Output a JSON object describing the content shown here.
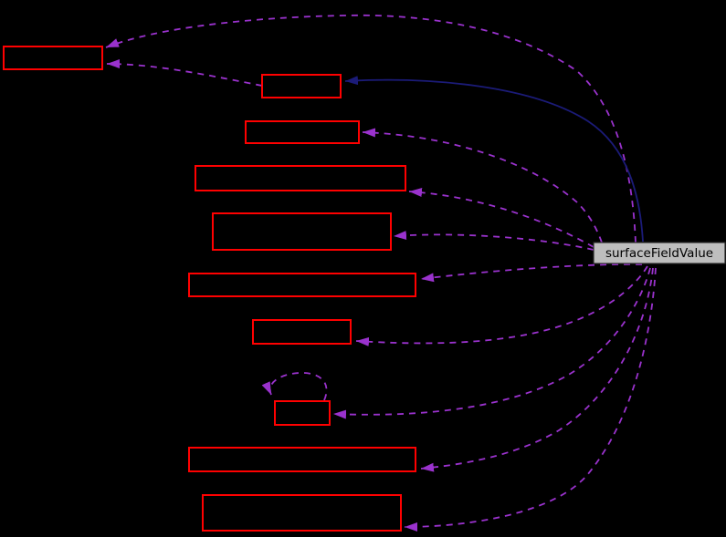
{
  "diagram": {
    "type": "collaboration-graph",
    "main_node": {
      "id": "surfaceFieldValue",
      "label": "surfaceFieldValue"
    },
    "colors": {
      "background": "#000000",
      "node_border": "#ff0000",
      "node_fill": "#000000",
      "main_node_fill": "#bebebe",
      "main_node_border": "#2a2a2a",
      "main_node_text": "#000000",
      "usage_edge": "#9a32cd",
      "inheritance_edge": "#1b1b78"
    },
    "nodes": [
      {
        "id": "box-1",
        "label": ""
      },
      {
        "id": "box-2",
        "label": ""
      },
      {
        "id": "box-3",
        "label": ""
      },
      {
        "id": "box-4",
        "label": ""
      },
      {
        "id": "box-5",
        "label": ""
      },
      {
        "id": "box-6",
        "label": ""
      },
      {
        "id": "box-7",
        "label": ""
      },
      {
        "id": "box-8",
        "label": ""
      },
      {
        "id": "box-9",
        "label": ""
      },
      {
        "id": "box-10",
        "label": ""
      }
    ],
    "edges": [
      {
        "from": "surfaceFieldValue",
        "to": "box-1",
        "style": "dashed",
        "relation": "usage"
      },
      {
        "from": "surfaceFieldValue",
        "to": "box-2",
        "style": "solid",
        "relation": "inheritance"
      },
      {
        "from": "box-2",
        "to": "box-1",
        "style": "dashed",
        "relation": "usage"
      },
      {
        "from": "surfaceFieldValue",
        "to": "box-3",
        "style": "dashed",
        "relation": "usage"
      },
      {
        "from": "surfaceFieldValue",
        "to": "box-4",
        "style": "dashed",
        "relation": "usage"
      },
      {
        "from": "surfaceFieldValue",
        "to": "box-5",
        "style": "dashed",
        "relation": "usage"
      },
      {
        "from": "surfaceFieldValue",
        "to": "box-6",
        "style": "dashed",
        "relation": "usage"
      },
      {
        "from": "surfaceFieldValue",
        "to": "box-7",
        "style": "dashed",
        "relation": "usage"
      },
      {
        "from": "surfaceFieldValue",
        "to": "box-8",
        "style": "dashed",
        "relation": "usage"
      },
      {
        "from": "box-8",
        "to": "box-8",
        "style": "dashed",
        "relation": "self-usage"
      },
      {
        "from": "surfaceFieldValue",
        "to": "box-9",
        "style": "dashed",
        "relation": "usage"
      },
      {
        "from": "surfaceFieldValue",
        "to": "box-10",
        "style": "dashed",
        "relation": "usage"
      }
    ]
  }
}
